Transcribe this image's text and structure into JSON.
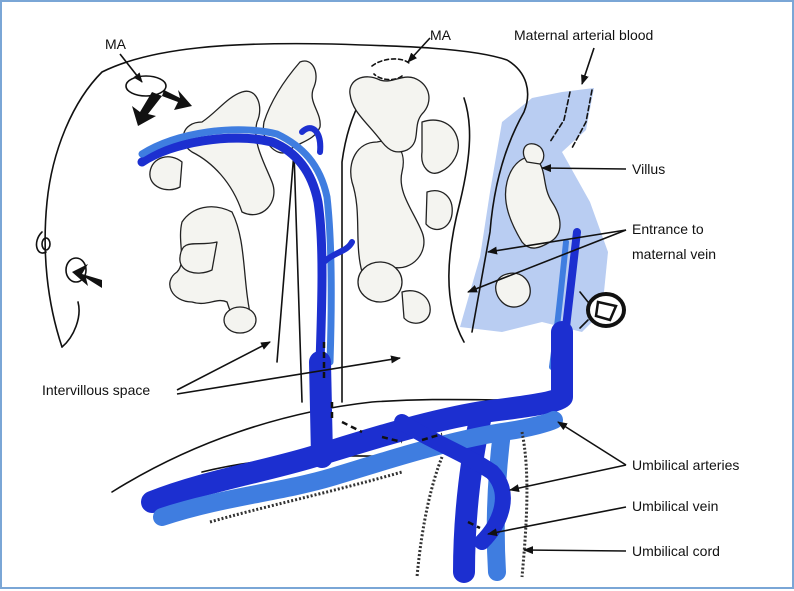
{
  "labels": {
    "ma_left": "MA",
    "ma_center": "MA",
    "maternal_arterial_blood": "Maternal arterial blood",
    "villus": "Villus",
    "entrance_line1": "Entrance to",
    "entrance_line2": "maternal vein",
    "intervillous_space": "Intervillous space",
    "umbilical_arteries": "Umbilical arteries",
    "umbilical_vein": "Umbilical vein",
    "umbilical_cord": "Umbilical cord"
  },
  "colors": {
    "frame_border": "#7aa6d6",
    "umbilical_vein_blue": "#1c2fd0",
    "umbilical_artery_blue": "#3f7de0",
    "maternal_blood_region": "#b9cdf2",
    "villus_fill": "#f4f4f0",
    "outline": "#111111"
  }
}
